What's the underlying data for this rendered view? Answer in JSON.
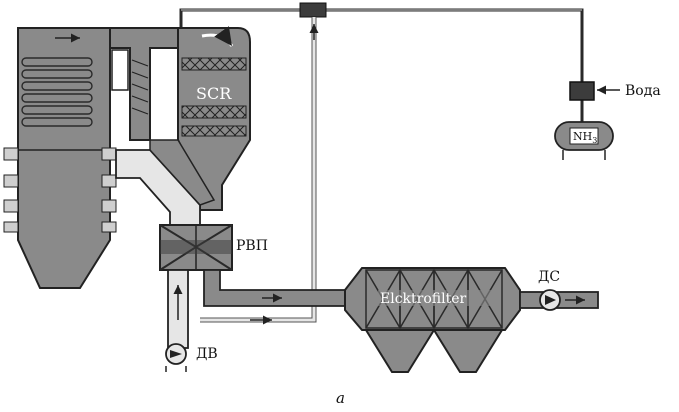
{
  "labels": {
    "scr": "SCR",
    "rvp": "РВП",
    "water": "Вода",
    "nh3_base": "NH",
    "nh3_sub": "3",
    "electrofilter": "Elcktrofilter",
    "ds": "ДС",
    "dv": "ДВ",
    "caption": "а"
  },
  "colors": {
    "body": "#8a8a8a",
    "dark": "#3c3c3c",
    "line": "#2a2a2a",
    "duct_light": "#e6e6e6"
  }
}
